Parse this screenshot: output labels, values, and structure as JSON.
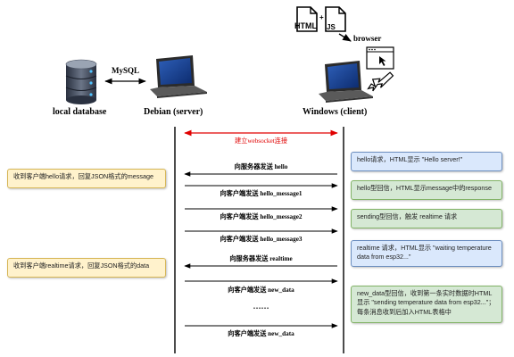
{
  "nodes": {
    "local_database": "local database",
    "debian_server": "Debian (server)",
    "windows_client": "Windows (client)",
    "html_label": "HTML",
    "plus_label": "+",
    "js_label": "JS",
    "browser_label": "browser",
    "mysql_label": "MySQL"
  },
  "messages": [
    {
      "label": "建立websocket连接",
      "direction": "both"
    },
    {
      "label": "向服务器发送 hello",
      "direction": "to-server"
    },
    {
      "label": "向客户端发送 hello_message1",
      "direction": "to-client"
    },
    {
      "label": "向客户端发送 hello_message2",
      "direction": "to-client"
    },
    {
      "label": "向客户端发送 hello_message3",
      "direction": "to-client"
    },
    {
      "label": "向服务器发送 realtime",
      "direction": "to-server"
    },
    {
      "label": "向客户端发送 new_data",
      "direction": "to-client"
    },
    {
      "label": "……",
      "direction": "none"
    },
    {
      "label": "向客户端发送 new_data",
      "direction": "to-client"
    }
  ],
  "client_notes": [
    "hello请求，HTML显示 \"Hello server!\"",
    "hello型回信，HTML显示message中的response",
    "sending型回信，触发 realtime 请求",
    "realtime 请求，HTML显示 \"waiting temperature data from esp32...\"",
    "new_data型回信，收到第一条实时数据时HTML显示 \"sending temperature data from esp32...\"；每条消息收到后加入HTML表格中"
  ],
  "server_notes": [
    "收到客户端hello请求，回复JSON格式的message",
    "收到客户端realtime请求，回复JSON格式的data"
  ],
  "colors": {
    "connection_arrow": "#e00000",
    "note_blue_fill": "#dae8fc",
    "note_green_fill": "#d5e8d4",
    "note_yellow_fill": "#fff2cc"
  }
}
